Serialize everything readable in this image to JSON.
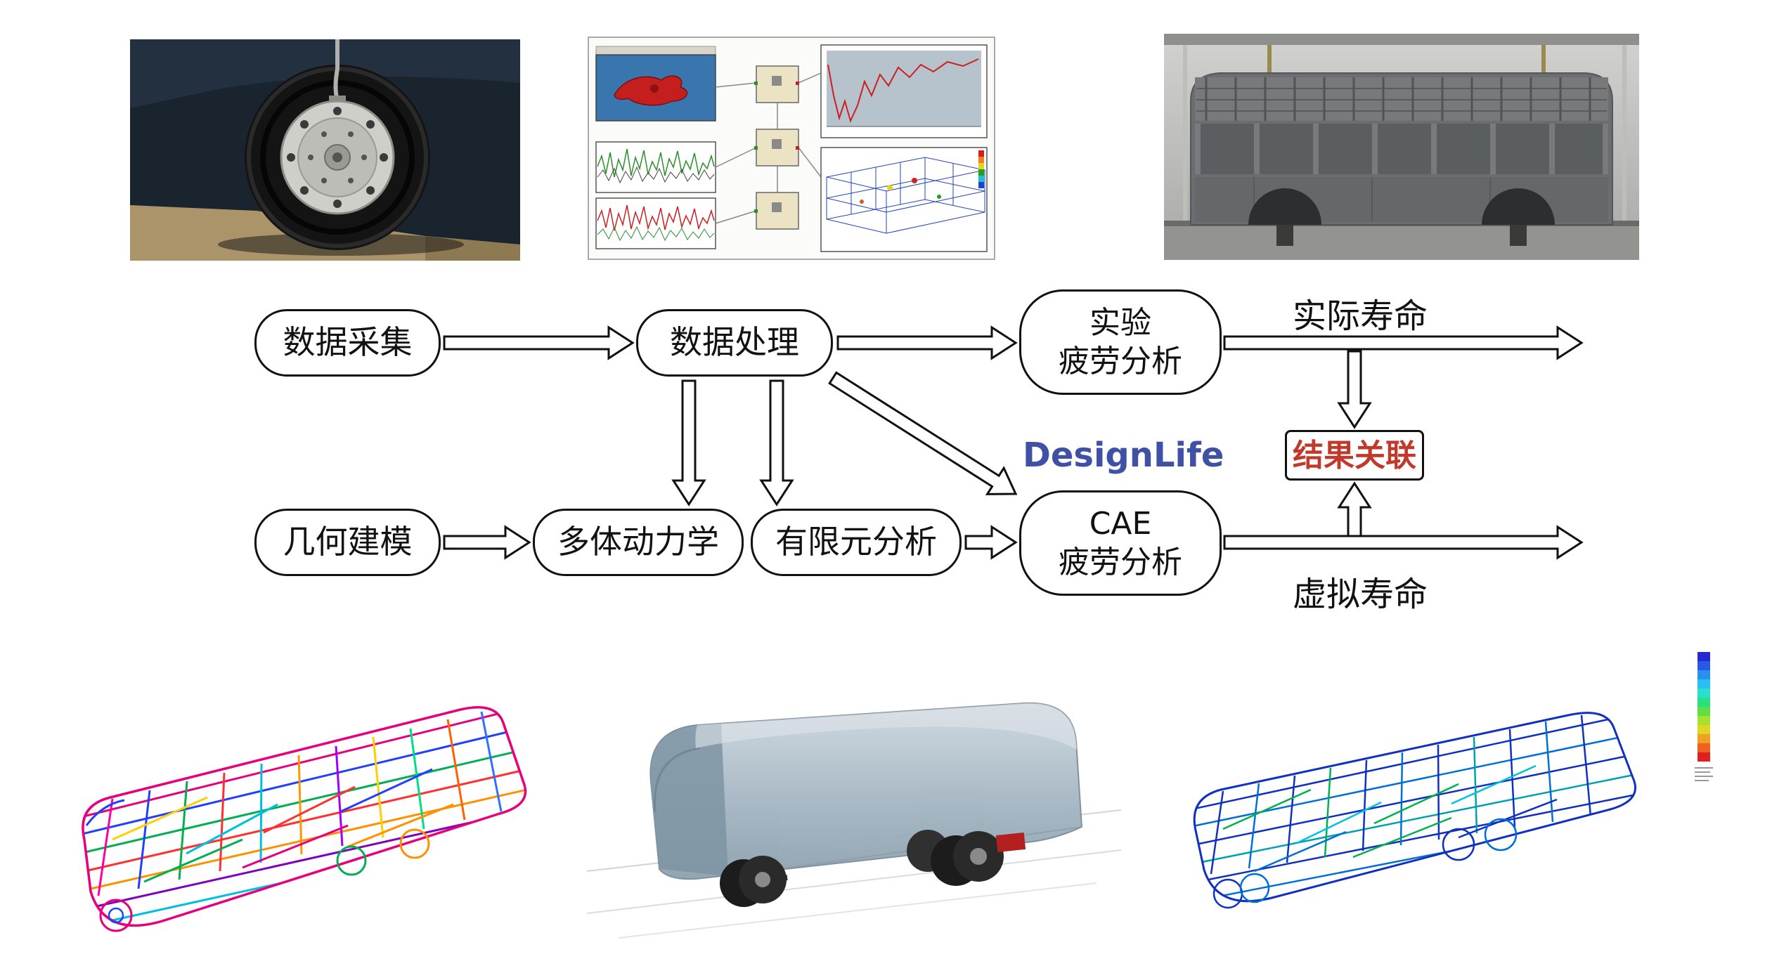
{
  "flowchart": {
    "row1": {
      "data_acquisition": "数据采集",
      "data_processing": "数据处理",
      "exp_fatigue_line1": "实验",
      "exp_fatigue_line2": "疲劳分析",
      "actual_life": "实际寿命"
    },
    "row2": {
      "geometry_modeling": "几何建模",
      "multibody_dynamics": "多体动力学",
      "finite_element": "有限元分析",
      "cae_fatigue_line1": "CAE",
      "cae_fatigue_line2": "疲劳分析",
      "virtual_life": "虚拟寿命"
    },
    "correlation": {
      "label": "结果关联",
      "text_color": "#c0392b"
    },
    "designlife": {
      "label": "DesignLife",
      "text_color": "#3f51a5"
    },
    "colors": {
      "box_border": "#111111",
      "arrow_stroke": "#111111",
      "arrow_fill": "#ffffff"
    }
  }
}
